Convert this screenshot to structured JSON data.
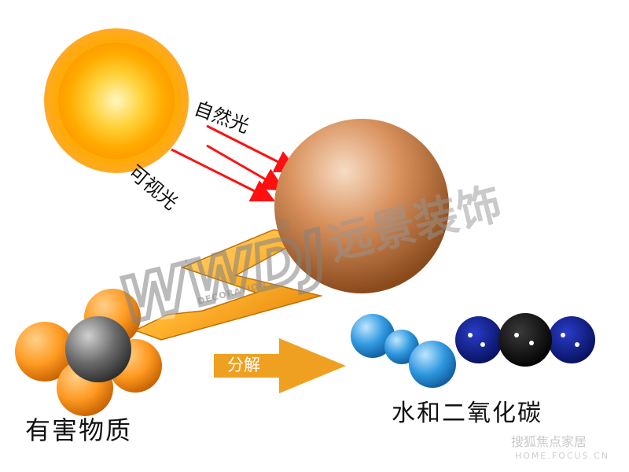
{
  "labels": {
    "natural_light": "自然光",
    "visible_light": "可视光",
    "decompose": "分解",
    "harmful": "有害物质",
    "products": "水和二氧化碳"
  },
  "watermarks": {
    "brand": "远景装饰",
    "logo_letters": "WWDJ",
    "registered": "®",
    "decoration": "DECORATION",
    "site": "搜狐焦点家居",
    "site_en": "HOME.FOCUS.CN"
  },
  "colors": {
    "sun_outer": "#ffb000",
    "sun_core": "#fff2a8",
    "catalyst_light": "#f4c9a5",
    "catalyst_dark": "#8a4a1c",
    "arrow_red": "#ff1010",
    "bolt_light": "#ffd277",
    "bolt_dark": "#e58a00",
    "atom_orange": "#ff9a22",
    "atom_gray": "#666666",
    "water_blue": "#2f98e0",
    "co2_black": "#050505",
    "co2_blue": "#1020a0",
    "decompose_arrow": "#f0a020"
  }
}
